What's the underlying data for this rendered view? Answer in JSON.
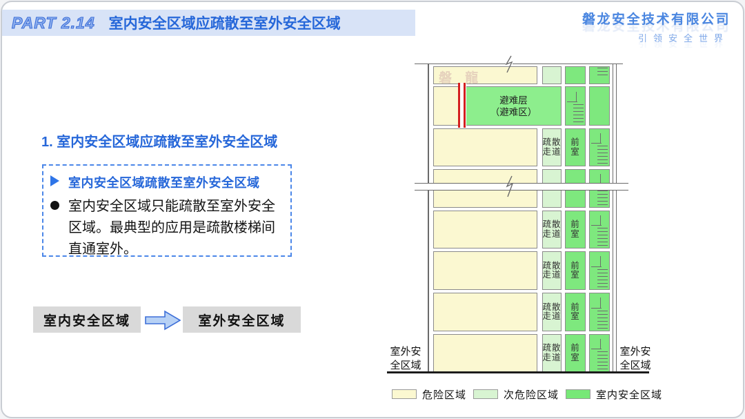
{
  "header": {
    "part_label": "PART 2.14",
    "title": "室内安全区域应疏散至室外安全区域"
  },
  "brand": {
    "company": "磐龙安全技术有限公司",
    "tagline": "引领安全世界"
  },
  "content": {
    "section_title": "1. 室内安全区域应疏散至室外安全区域",
    "callout": {
      "point_primary": "室内安全区域疏散至室外安全区域",
      "point_detail": "室内安全区域只能疏散至室外安全区域。最典型的应用是疏散楼梯间直通室外。"
    },
    "flow": {
      "from_label": "室内安全区域",
      "to_label": "室外安全区域"
    }
  },
  "diagram": {
    "room_watermark": "磐 龍",
    "refuge_line1": "避难层",
    "refuge_line2": "（避难区）",
    "corridor_line1": "疏散",
    "corridor_line2": "走道",
    "front_line1": "前",
    "front_line2": "室",
    "outdoor_line1": "室外安",
    "outdoor_line2": "全区域",
    "colors": {
      "danger": "#FBF8D1",
      "sub_danger": "#D8F4D2",
      "indoor_safe": "#7EE87E",
      "refuge": "#8DEE8D",
      "door_red": "#D42020"
    },
    "legend": [
      {
        "label": "危险区域",
        "color": "#FBF8D1"
      },
      {
        "label": "次危险区域",
        "color": "#D8F4D2"
      },
      {
        "label": "室内安全区域",
        "color": "#77E877"
      }
    ]
  }
}
